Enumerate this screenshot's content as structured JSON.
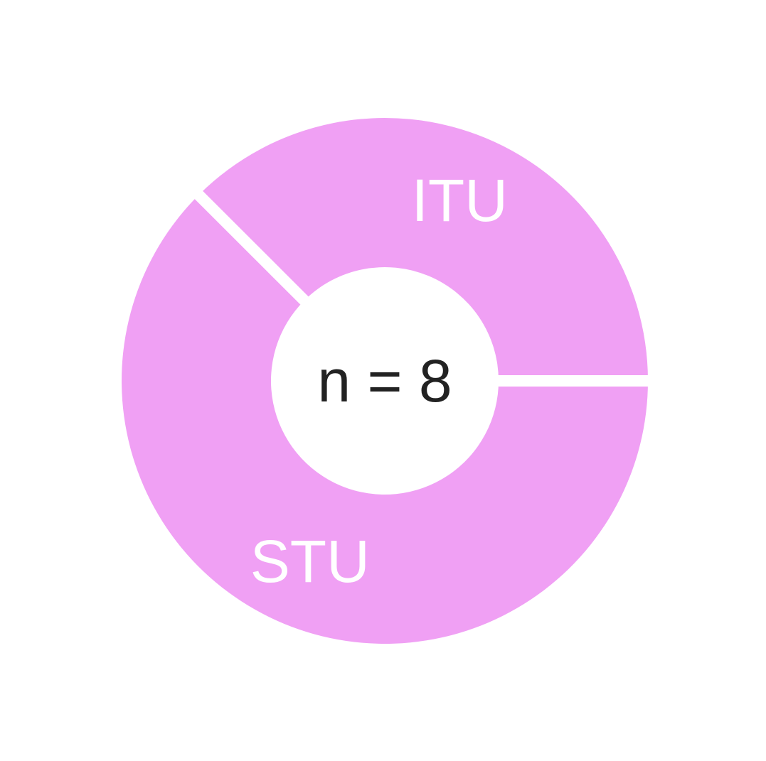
{
  "chart_data": {
    "type": "pie",
    "variant": "donut",
    "center_text": "n = 8",
    "slices": [
      {
        "label": "ITU",
        "value": 3,
        "color": "#f0a0f4"
      },
      {
        "label": "STU",
        "value": 5,
        "color": "#f0a0f4"
      }
    ],
    "start_angle_deg": 0,
    "direction": "counterclockwise",
    "separator_color": "#ffffff",
    "background": "#ffffff",
    "center_text_color": "#222222",
    "label_color": "#ffffff"
  }
}
